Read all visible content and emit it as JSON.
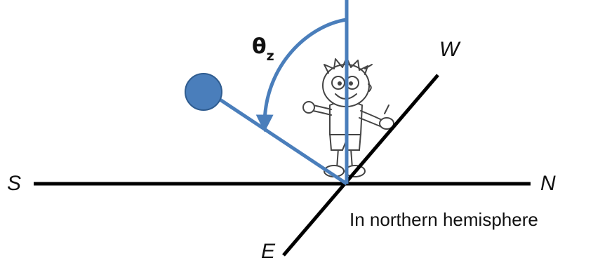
{
  "labels": {
    "south": "S",
    "north": "N",
    "west": "W",
    "east": "E",
    "hemisphere_note": "In northern hemisphere",
    "zenith_angle": "θ",
    "zenith_angle_subscript": "z"
  },
  "colors": {
    "accent_blue": "#4A7EBB",
    "sun_fill": "#4A7EBB",
    "sun_stroke": "#2F5C8F",
    "axis_black": "#000000"
  },
  "icons": {
    "observer": "cartoon-boy-icon",
    "sun": "sun-icon"
  }
}
